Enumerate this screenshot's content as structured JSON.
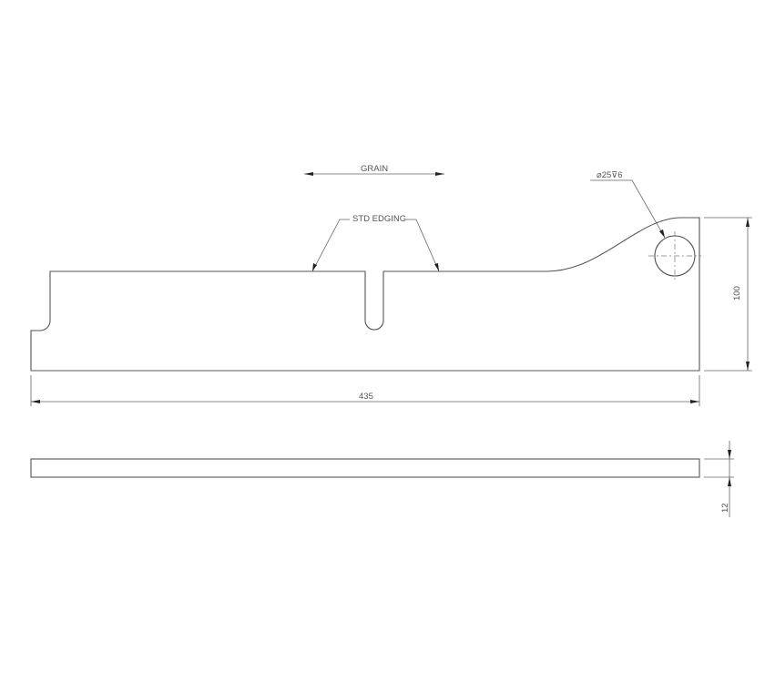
{
  "drawing": {
    "annotations": {
      "grain": "GRAIN",
      "edging": "STD EDGING",
      "hole_callout": "⌀25⊽6"
    },
    "dimensions": {
      "length": "435",
      "height": "100",
      "thickness": "12"
    },
    "colors": {
      "line": "#555555",
      "dimension": "#666666",
      "background": "#ffffff"
    }
  }
}
